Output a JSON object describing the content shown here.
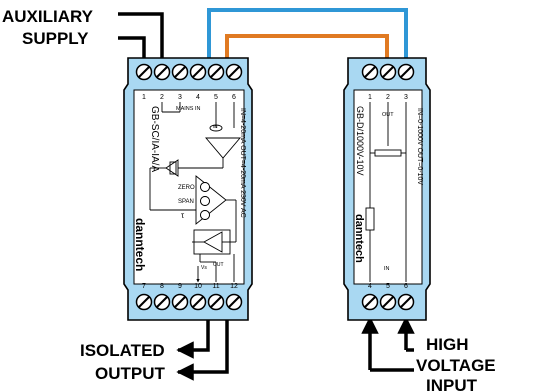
{
  "labels": {
    "auxiliary_line1": "AUXILIARY",
    "auxiliary_line2": "SUPPLY",
    "isolated_line1": "ISOLATED",
    "isolated_line2": "OUTPUT",
    "high_line1": "HIGH",
    "high_line2": "VOLTAGE",
    "high_line3": "INPUT"
  },
  "module_left": {
    "model": "GB-SC/IA-IA/A",
    "spec": "IN=4-20mA OUT=4-20mA 230V AC",
    "brand": "danntech",
    "top_terminals": [
      "1",
      "2",
      "3",
      "4",
      "5",
      "6"
    ],
    "bottom_terminals": [
      "7",
      "8",
      "9",
      "10",
      "11",
      "12"
    ],
    "mains_label": "MAINS IN",
    "in_label": "IN",
    "out_label": "OUT",
    "vs_label": "Vs",
    "zero_label": "ZERO",
    "span_label": "SPAN",
    "tau_label": "τ"
  },
  "module_right": {
    "model": "GB-D/1000V-10V",
    "spec": "IN=0-1000V OUT=0-10V",
    "brand": "danntech",
    "top_terminals": [
      "1",
      "2",
      "3"
    ],
    "bottom_terminals": [
      "4",
      "5",
      "6"
    ],
    "out_label": "OUT",
    "in_label": "IN"
  },
  "colors": {
    "module_fill": "#a9d8f2",
    "wire_blue": "#2f97d6",
    "wire_orange": "#e07a22",
    "wire_black": "#000000"
  }
}
